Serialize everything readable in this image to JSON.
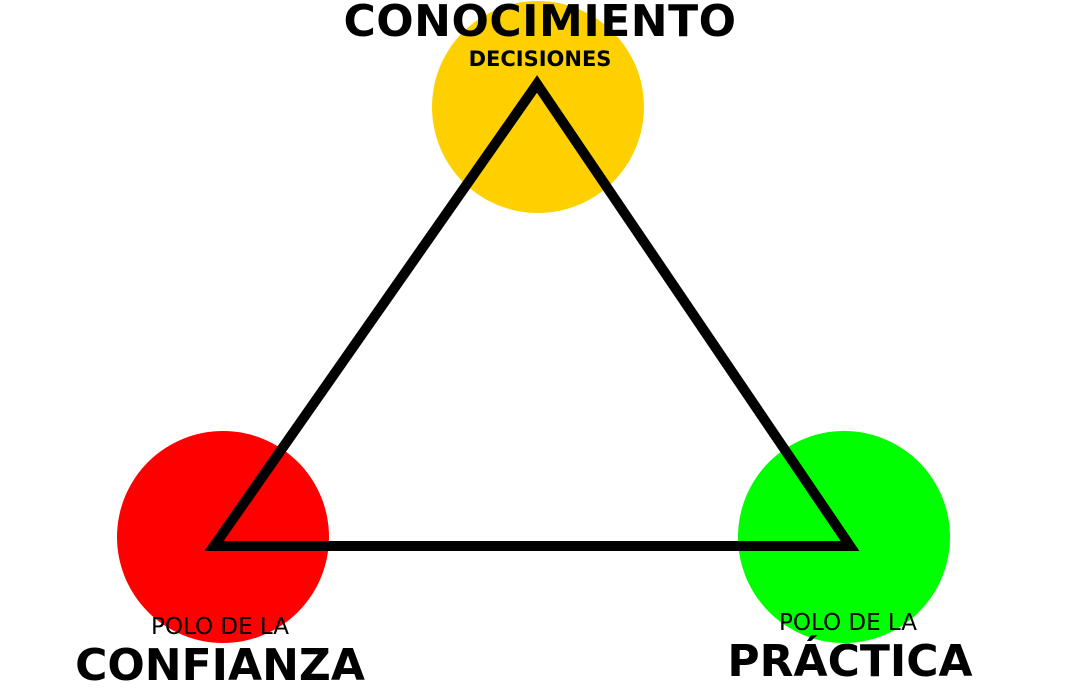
{
  "diagram": {
    "type": "triangle-of-poles",
    "colors": {
      "background": "#ffffff",
      "knowledge_pole": "#ffd000",
      "trust_pole": "#ff0000",
      "practice_pole": "#00ff00",
      "triangle_stroke": "#000000"
    },
    "top": {
      "title": "CONOCIMIENTO",
      "subtitle": "DECISIONES"
    },
    "left": {
      "prefix": "POLO DE LA",
      "title": "CONFIANZA"
    },
    "right": {
      "prefix": "POLO DE LA",
      "title": "PRÁCTICA"
    }
  }
}
